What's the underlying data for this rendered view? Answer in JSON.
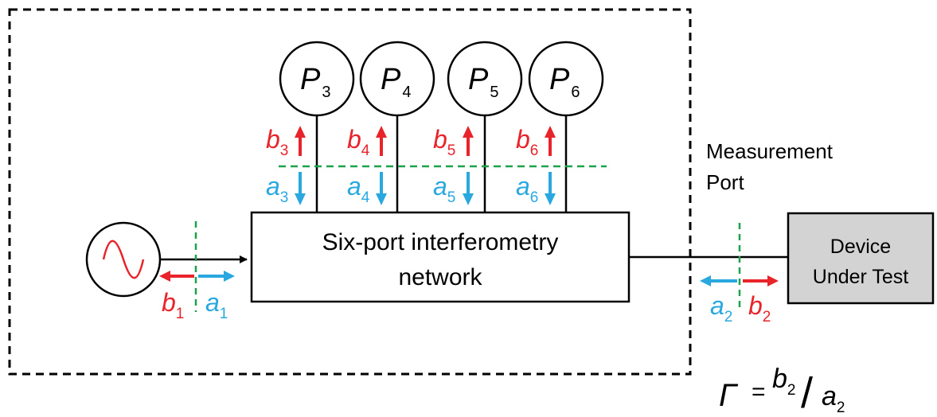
{
  "colors": {
    "incident_wave": "#e8232a",
    "reflected_wave": "#29a8e0",
    "reference_plane": "#1aa34a",
    "dut_fill": "#d3d3d3",
    "outline": "#000000"
  },
  "source": {
    "icon": "sine-wave-icon"
  },
  "network": {
    "line1": "Six-port interferometry",
    "line2": "network"
  },
  "detectors": [
    {
      "letter": "P",
      "sub": "3"
    },
    {
      "letter": "P",
      "sub": "4"
    },
    {
      "letter": "P",
      "sub": "5"
    },
    {
      "letter": "P",
      "sub": "6"
    }
  ],
  "detector_waves": [
    {
      "b": "b",
      "b_sub": "3",
      "a": "a",
      "a_sub": "3"
    },
    {
      "b": "b",
      "b_sub": "4",
      "a": "a",
      "a_sub": "4"
    },
    {
      "b": "b",
      "b_sub": "5",
      "a": "a",
      "a_sub": "5"
    },
    {
      "b": "b",
      "b_sub": "6",
      "a": "a",
      "a_sub": "6"
    }
  ],
  "port1": {
    "b": "b",
    "b_sub": "1",
    "a": "a",
    "a_sub": "1"
  },
  "port2": {
    "a": "a",
    "a_sub": "2",
    "b": "b",
    "b_sub": "2"
  },
  "measurement_port": {
    "line1": "Measurement",
    "line2": "Port"
  },
  "dut": {
    "line1": "Device",
    "line2": "Under Test"
  },
  "formula": {
    "gamma": "Γ",
    "eq": "=",
    "num": "b",
    "num_sub": "2",
    "slash": "/",
    "den": "a",
    "den_sub": "2"
  }
}
